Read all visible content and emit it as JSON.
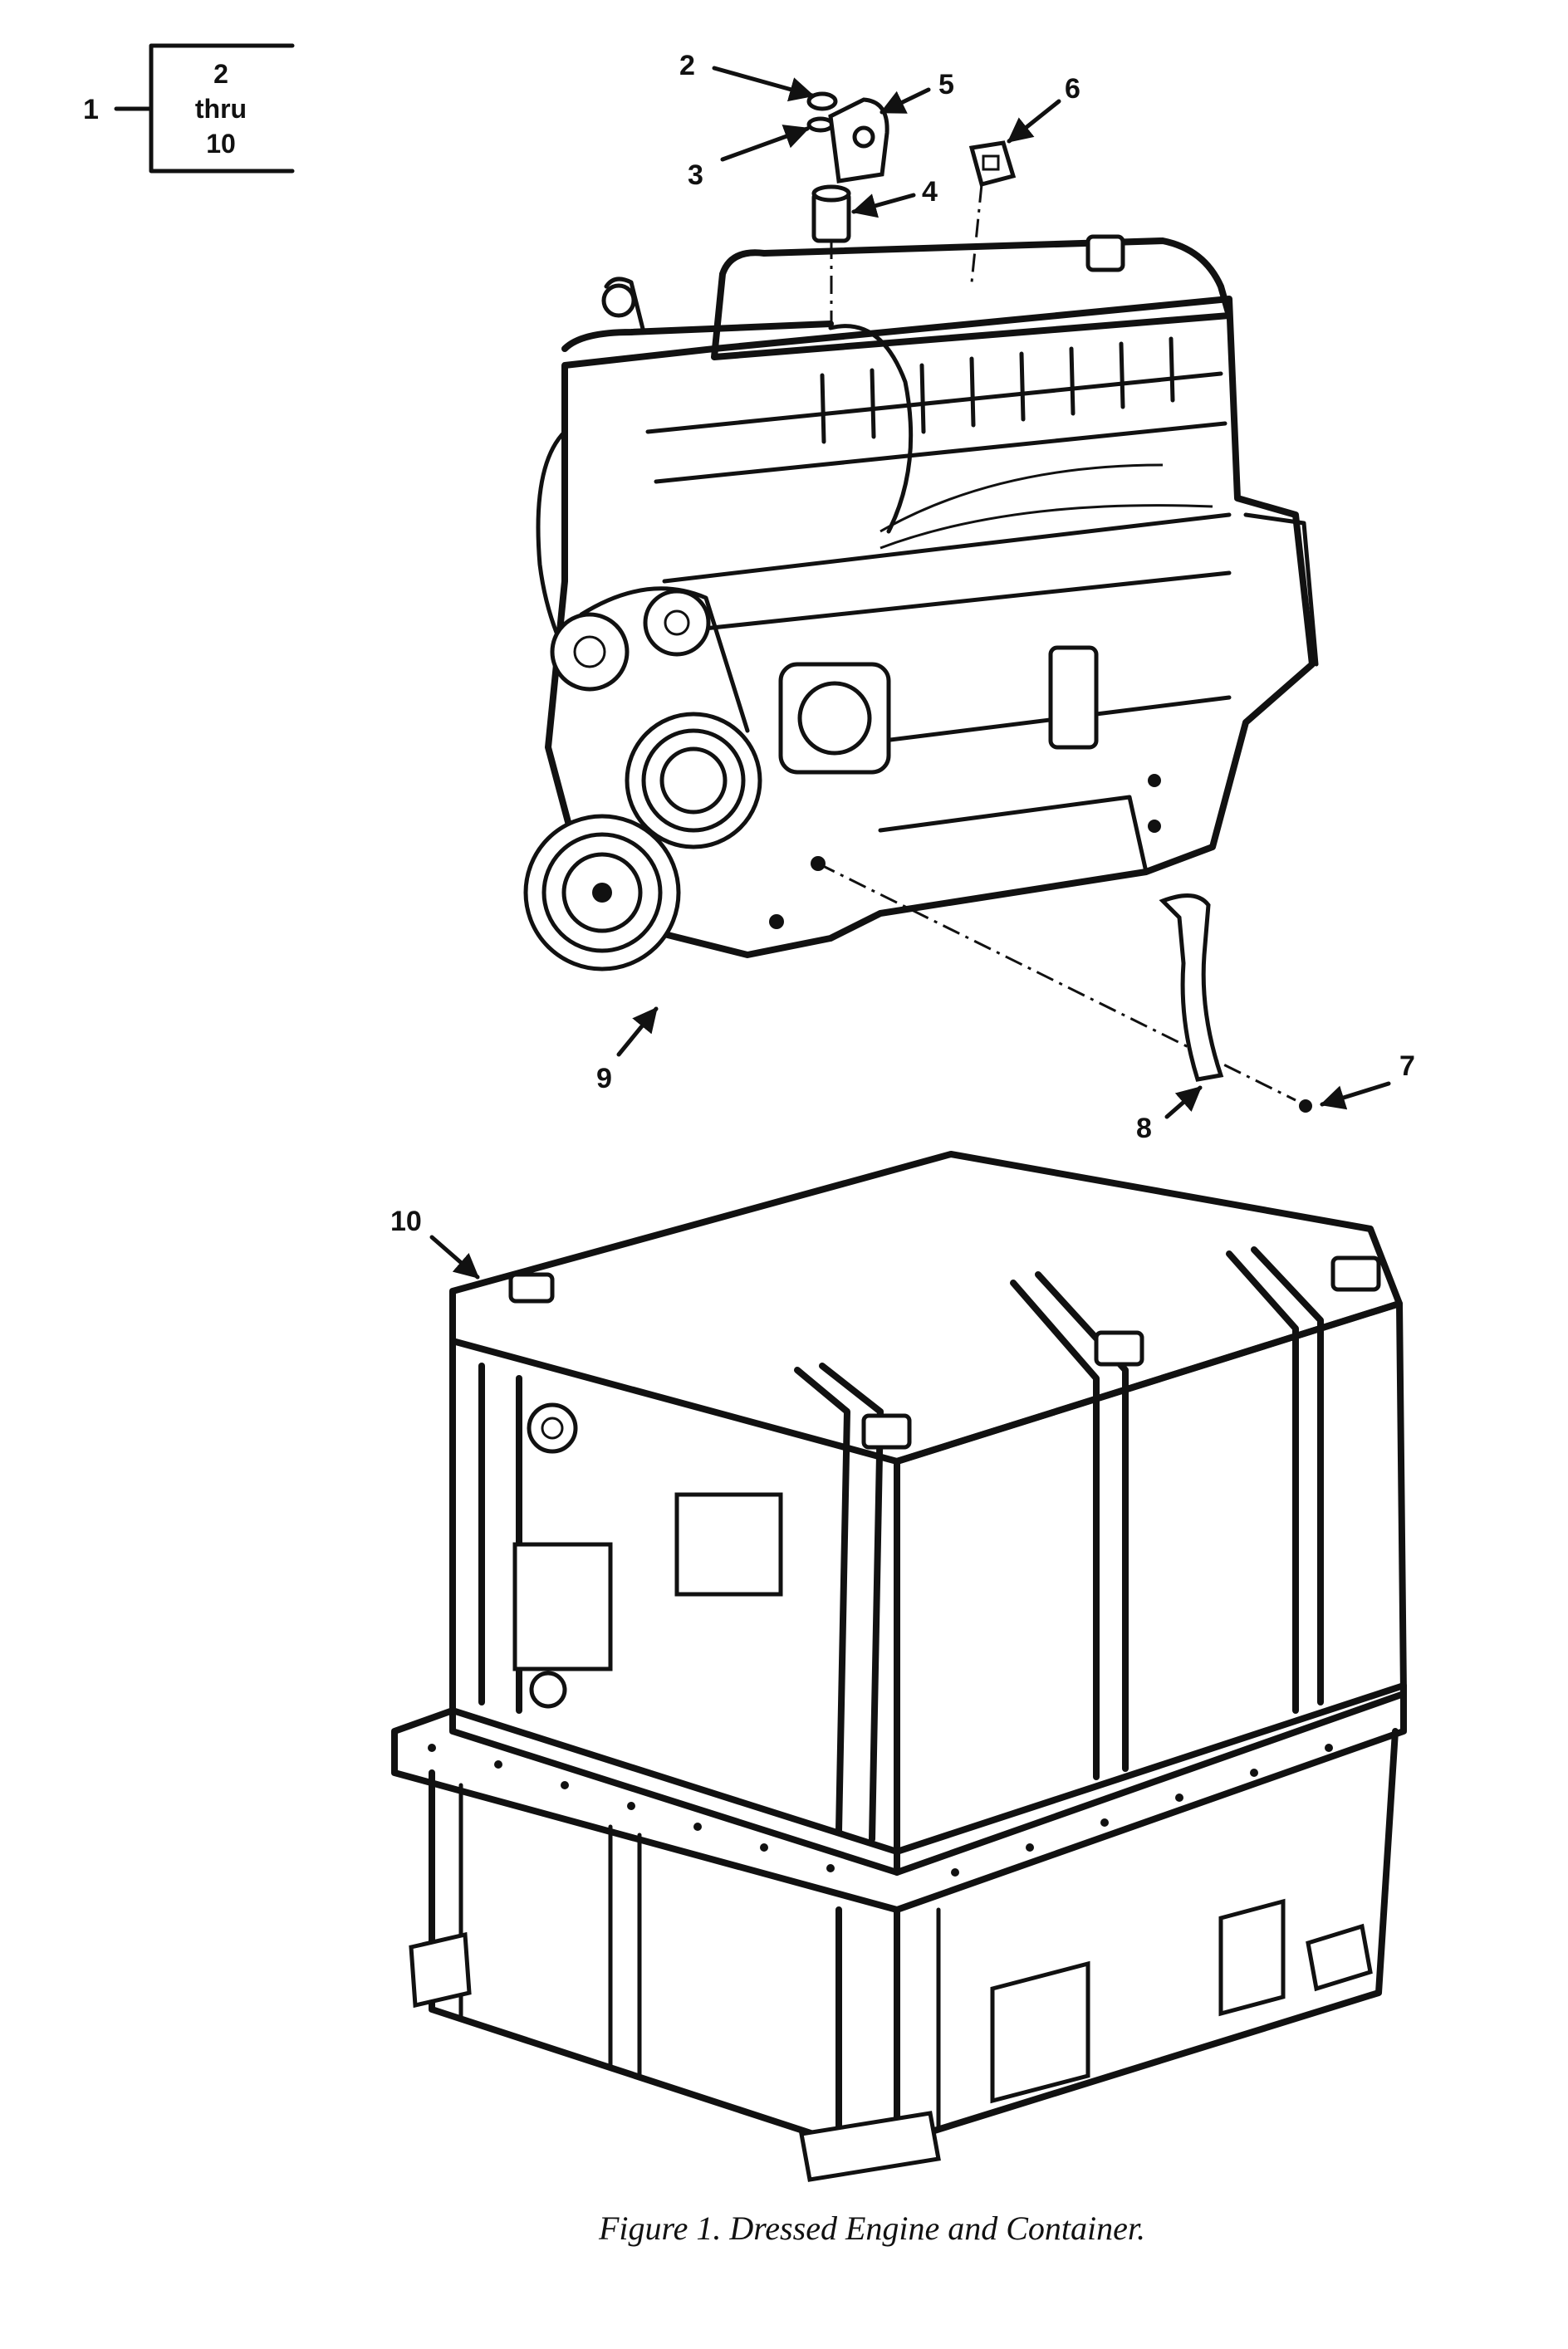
{
  "tree": {
    "root": "1",
    "box_line1": "2",
    "box_line2": "thru",
    "box_line3": "10"
  },
  "callouts": {
    "c2": "2",
    "c3": "3",
    "c4": "4",
    "c5": "5",
    "c6": "6",
    "c7": "7",
    "c8": "8",
    "c9": "9",
    "c10": "10"
  },
  "caption": "Figure 1. Dressed Engine and Container."
}
